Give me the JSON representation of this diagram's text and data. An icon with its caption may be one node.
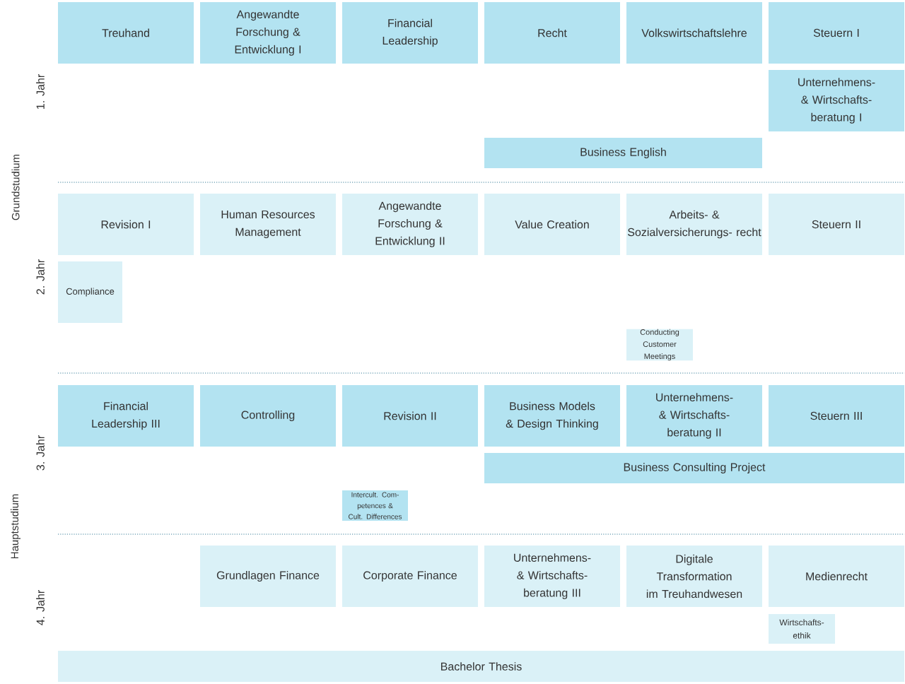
{
  "diagram": {
    "nodes": [
      {
        "text": [
          "Treuhand"
        ]
      },
      {
        "text": [
          "Angewandte Forschung & Entwicklung I"
        ]
      },
      {
        "text": [
          "Financial Leadership"
        ]
      },
      {
        "text": [
          "Recht"
        ]
      },
      {
        "text": [
          "Volkswirtschaftslehre"
        ]
      },
      {
        "text": [
          "Steuern I"
        ]
      },
      {
        "text": [
          "Unternehmens- & Wirtschafts- beratung I"
        ]
      },
      {
        "text": [
          "Business English"
        ]
      },
      {
        "text": [
          "Revision I"
        ]
      },
      {
        "text": [
          "Human Resources Management"
        ]
      },
      {
        "text": [
          "Angewandte Forschung & Entwicklung II"
        ]
      },
      {
        "text": [
          "Value Creation"
        ]
      },
      {
        "text": [
          "Arbeits- & Sozialversicherungs- recht"
        ]
      },
      {
        "text": [
          "Steuern II"
        ]
      },
      {
        "text": [
          "Compliance"
        ]
      },
      {
        "text": [
          "Conducting Customer Meetings"
        ]
      },
      {
        "text": [
          "Financial Leadership III"
        ]
      },
      {
        "text": [
          "Controlling"
        ]
      },
      {
        "text": [
          "Revision II"
        ]
      },
      {
        "text": [
          "Business Models & Design Thinking"
        ]
      },
      {
        "text": [
          "Unternehmens- & Wirtschafts- beratung II"
        ]
      },
      {
        "text": [
          "Steuern III"
        ]
      },
      {
        "text": [
          "Business Consulting Project"
        ]
      },
      {
        "text": [
          "Intercult. Com- petences & Cult. Differences"
        ]
      },
      {
        "text": [
          "Grundlagen Finance"
        ]
      },
      {
        "text": [
          "Corporate Finance"
        ]
      },
      {
        "text": [
          "Unternehmens- & Wirtschafts- beratung III"
        ]
      },
      {
        "text": [
          "Digitale Transformation im Treuhandwesen"
        ]
      },
      {
        "text": [
          "Medienrecht"
        ]
      },
      {
        "text": [
          "Wirtschafts- ethik"
        ]
      },
      {
        "text": [
          "Bachelor Thesis"
        ]
      }
    ],
    "labels": [
      "Grundstudium",
      "1. Jahr",
      "2. Jahr",
      "Hauptstudium",
      "3. Jahr",
      "4. Jahr"
    ]
  }
}
